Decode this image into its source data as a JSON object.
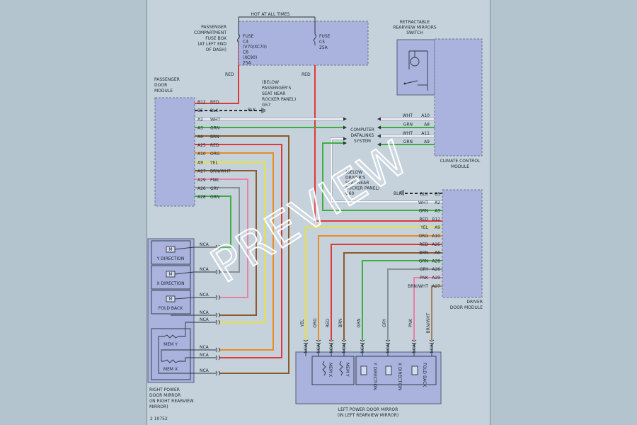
{
  "diagram": {
    "hot_label": "HOT AT ALL TIMES",
    "fuse_box_label": [
      "PASSENGER",
      "COMPARTMENT",
      "FUSE BOX",
      "(AT LEFT END",
      "OF DASH)"
    ],
    "fuse_left": [
      "FUSE",
      "C4",
      "(V70/XC70)",
      "C6",
      "(XC90)",
      "25A"
    ],
    "fuse_right": [
      "FUSE",
      "C5",
      "25A"
    ],
    "wire_red_left": "RED",
    "wire_red_right": "RED",
    "retract_label": [
      "RETRACTABLE",
      "REARVIEW MIRRORS",
      "SWITCH"
    ],
    "pdm_label": [
      "PASSENGER",
      "DOOR",
      "MODULE"
    ],
    "ground1_label": [
      "(BELOW",
      "PASSENGER'S",
      "SEAT NEAR",
      "ROCKER PANEL)",
      "G57"
    ],
    "ground2_label": [
      "(BELOW",
      "DRIVER'S",
      "SEAT NEAR",
      "ROCKER PANEL)",
      "G60"
    ],
    "blk1": "BLK",
    "blk2": "BLK",
    "cdl_label": [
      "COMPUTER",
      "DATALINKS",
      "SYSTEM"
    ],
    "ccm_label": [
      "CLIMATE CONTROL",
      "MODULE"
    ],
    "ddm_label": [
      "DRIVER",
      "DOOR MODULE"
    ],
    "rpm_label": [
      "RIGHT POWER",
      "DOOR MIRROR",
      "(IN RIGHT REARVIEW",
      "MIRROR)"
    ],
    "lpm_label": [
      "LEFT POWER DOOR MIRROR",
      "(IN LEFT REARVIEW MIRROR)"
    ],
    "fig_number": "2 10752",
    "watermark": "PREVIEW",
    "pdm_pins": [
      {
        "pin": "B12",
        "color": "RED"
      },
      {
        "pin": "B5",
        "color": "BLK"
      },
      {
        "pin": "A2",
        "color": "WHT"
      },
      {
        "pin": "A3",
        "color": "GRN"
      },
      {
        "pin": "A6",
        "color": "BRN"
      },
      {
        "pin": "A25",
        "color": "RED"
      },
      {
        "pin": "A10",
        "color": "ORG"
      },
      {
        "pin": "A9",
        "color": "YEL"
      },
      {
        "pin": "A27",
        "color": "BRN/WHT"
      },
      {
        "pin": "A29",
        "color": "PNK"
      },
      {
        "pin": "A26",
        "color": "GRY"
      },
      {
        "pin": "A28",
        "color": "GRN"
      }
    ],
    "ccm_pins": [
      {
        "pin": "A10",
        "color": "WHT"
      },
      {
        "pin": "A8",
        "color": "GRN"
      },
      {
        "pin": "A11",
        "color": "WHT"
      },
      {
        "pin": "A9",
        "color": "GRN"
      }
    ],
    "ddm_pins": [
      {
        "pin": "B5",
        "color": "BLK"
      },
      {
        "pin": "A2",
        "color": "WHT"
      },
      {
        "pin": "A3",
        "color": "GRN"
      },
      {
        "pin": "B12",
        "color": "RED"
      },
      {
        "pin": "A9",
        "color": "YEL"
      },
      {
        "pin": "A10",
        "color": "ORG"
      },
      {
        "pin": "A25",
        "color": "RED"
      },
      {
        "pin": "A6",
        "color": "BRN"
      },
      {
        "pin": "A28",
        "color": "GRN"
      },
      {
        "pin": "A26",
        "color": "GRY"
      },
      {
        "pin": "A29",
        "color": "PNK"
      },
      {
        "pin": "A27",
        "color": "BRN/WHT"
      }
    ],
    "right_mirror_parts": [
      "Y DIRECTION",
      "X DIRECTION",
      "FOLD BACK",
      "MEM Y",
      "MEM X"
    ],
    "right_nca": [
      "NCA",
      "NCA",
      "NCA",
      "NCA",
      "NCA",
      "NCA",
      "NCA",
      "NCA"
    ],
    "left_nca": [
      "NCA",
      "NCA",
      "NCA",
      "NCA",
      "NCA",
      "NCA",
      "NCA",
      "NCA"
    ],
    "left_wires": [
      "YEL",
      "ORG",
      "RED",
      "BRN",
      "GRN",
      "GRY",
      "PNK",
      "BRN/WHT"
    ],
    "left_mirror_parts": [
      "MEM X",
      "MEM Y",
      "Y DIRECTION",
      "X DIRECTION",
      "FOLD BACK"
    ],
    "wire_colors": {
      "RED": "#e03838",
      "BLK": "#26292e",
      "WHT": "#f4f6f8",
      "GRN": "#3fae3f",
      "BRN": "#8a5a2c",
      "ORG": "#ec8a22",
      "YEL": "#e9e13a",
      "BRN/WHT": "#a58355",
      "PNK": "#ea7fa4",
      "GRY": "#8c8f93"
    }
  }
}
